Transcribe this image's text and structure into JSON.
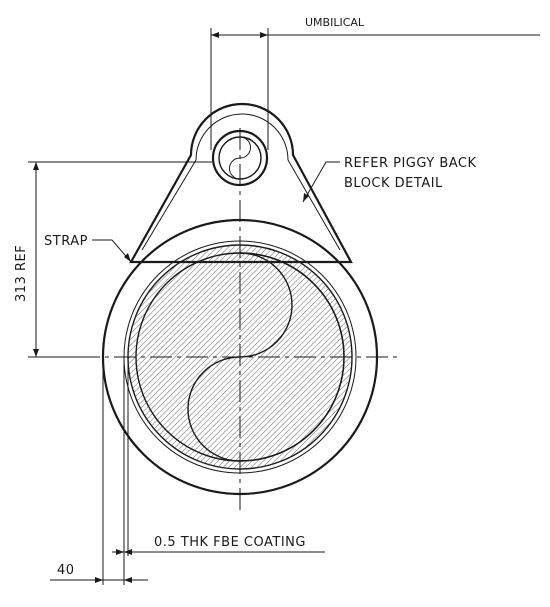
{
  "labels": {
    "umbilical": "UMBILICAL",
    "refer_line1": "REFER PIGGY BACK",
    "refer_line2": "BLOCK DETAIL",
    "strap": "STRAP",
    "ref_dimension": "313 REF",
    "coating": "0.5 THK FBE COATING",
    "dimension_40": "40"
  },
  "colors": {
    "fluid_fill": "#b3b8c7",
    "line": "#1a1a1a"
  }
}
